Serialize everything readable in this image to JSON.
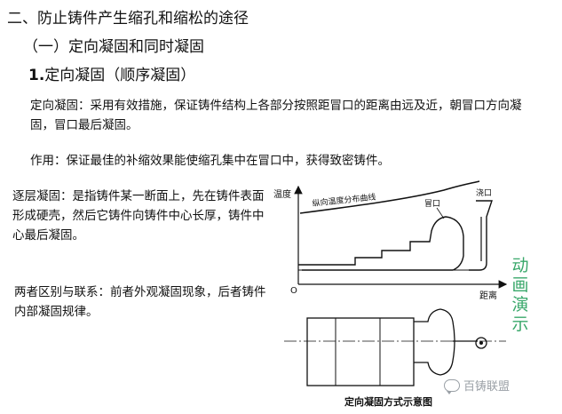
{
  "heading1": "二、防止铸件产生缩孔和缩松的途径",
  "heading2": "（一）定向凝固和同时凝固",
  "heading3_num": "1.",
  "heading3_text": "定向凝固（顺序凝固）",
  "definition": "定向凝固：采用有效措施，保证铸件结构上各部分按照距冒口的距离由远及近，朝冒口方向凝固，冒口最后凝固。",
  "effect": "作用：保证最佳的补缩效果能使缩孔集中在冒口中，获得致密铸件。",
  "layer_solidification": "逐层凝固：是指铸件某一断面上，先在铸件表面形成硬壳，然后它铸件向铸件中心长厚，铸件中心最后凝固。",
  "difference": "两者区别与联系：前者外观凝固现象，后者铸件内部凝固规律。",
  "animation_label": [
    "动",
    "画",
    "演",
    "示"
  ],
  "diagram": {
    "temp_label": "温度",
    "curve_label": "纵向温度分布曲线",
    "riser_label": "冒口",
    "sprue_label": "浇口",
    "origin_label": "O",
    "distance_label": "距离",
    "caption": "定向凝固方式示意图"
  },
  "watermark": "百铸联盟"
}
